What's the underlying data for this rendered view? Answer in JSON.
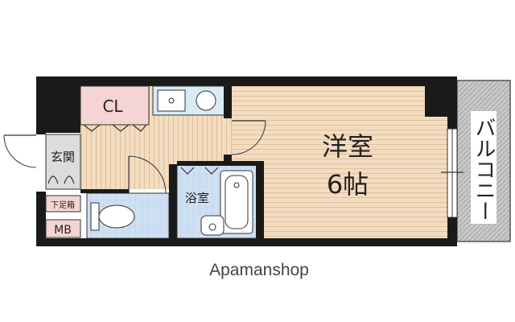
{
  "rooms": {
    "western_room": {
      "name": "洋室",
      "size": "6帖"
    },
    "closet": "CL",
    "entrance": "玄関",
    "bathroom": "浴室",
    "shoe_box": "下足箱",
    "meter_box": "MB",
    "balcony": "バルコニー"
  },
  "watermark": "Apamanshop",
  "colors": {
    "floor_wood": "#f3dcc0",
    "floor_lines": "#d9b98f",
    "tile_blue": "#cfe0f3",
    "closet_pink": "#f5d4d4",
    "kitchen_blue": "#d8ebf6",
    "wall": "#1a1a1a",
    "balcony_grey": "#c8c8c8"
  }
}
